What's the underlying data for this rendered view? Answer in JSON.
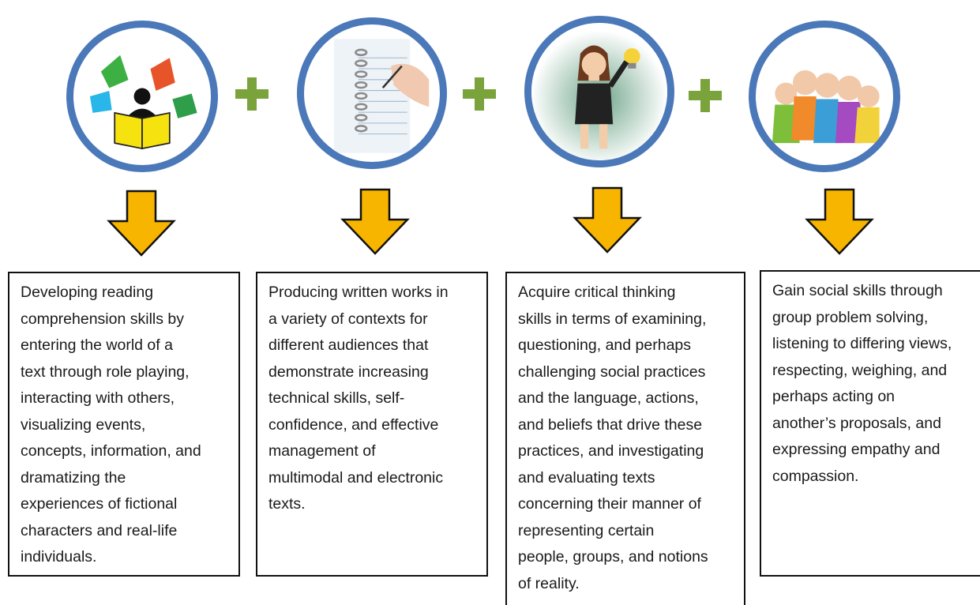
{
  "steps": [
    {
      "icon": "reading-books-icon",
      "lines": [
        "Developing reading",
        "comprehension skills by",
        "entering the world of a",
        "text through role playing,",
        "interacting with others,",
        "visualizing events,",
        "concepts, information, and",
        "dramatizing the",
        "experiences of fictional",
        "characters and real-life",
        "individuals."
      ]
    },
    {
      "icon": "writing-notebook-icon",
      "lines": [
        "Producing written works in",
        "a variety of contexts for",
        "different audiences that",
        "demonstrate increasing",
        "technical skills, self-",
        "confidence, and effective",
        "management of",
        "multimodal and electronic",
        "texts."
      ]
    },
    {
      "icon": "thinking-woman-icon",
      "lines": [
        "Acquire critical thinking",
        "skills in terms of examining,",
        "questioning, and perhaps",
        "challenging social practices",
        "and the language, actions,",
        "and beliefs that drive these",
        "practices, and investigating",
        "and evaluating texts",
        "concerning their manner of",
        "representing certain",
        "people, groups, and notions",
        "of reality."
      ]
    },
    {
      "icon": "group-people-icon",
      "lines": [
        "Gain social skills through",
        "group problem solving,",
        "listening to differing views,",
        "respecting, weighing, and",
        "perhaps acting on",
        "another’s proposals, and",
        "expressing empathy and",
        "compassion."
      ]
    }
  ],
  "colors": {
    "ring": "#4a78b8",
    "plus": "#7aa33b",
    "arrow": "#f7b500",
    "border": "#111111"
  }
}
